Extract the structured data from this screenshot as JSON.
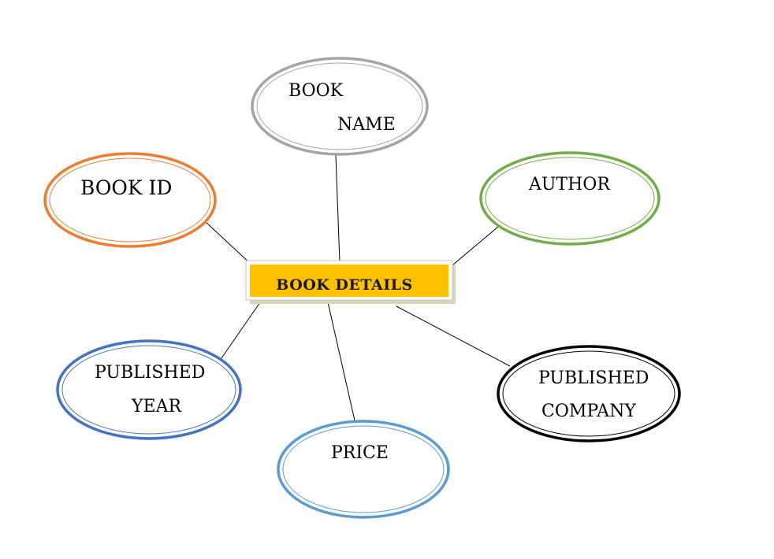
{
  "center": {
    "label": "BOOK DETAILS",
    "fill_color": "#FFC000"
  },
  "attributes": [
    {
      "id": "book-name",
      "lines": [
        "BOOK",
        "NAME"
      ],
      "color": "#A5A5A5"
    },
    {
      "id": "book-id",
      "lines": [
        "BOOK ID"
      ],
      "color": "#ED7D31"
    },
    {
      "id": "author",
      "lines": [
        "AUTHOR"
      ],
      "color": "#70AD47"
    },
    {
      "id": "published-year",
      "lines": [
        "PUBLISHED",
        "YEAR"
      ],
      "color": "#4472C4"
    },
    {
      "id": "published-company",
      "lines": [
        "PUBLISHED",
        "COMPANY"
      ],
      "color": "#000000"
    },
    {
      "id": "price",
      "lines": [
        "PRICE"
      ],
      "color": "#5B9BD5"
    }
  ]
}
